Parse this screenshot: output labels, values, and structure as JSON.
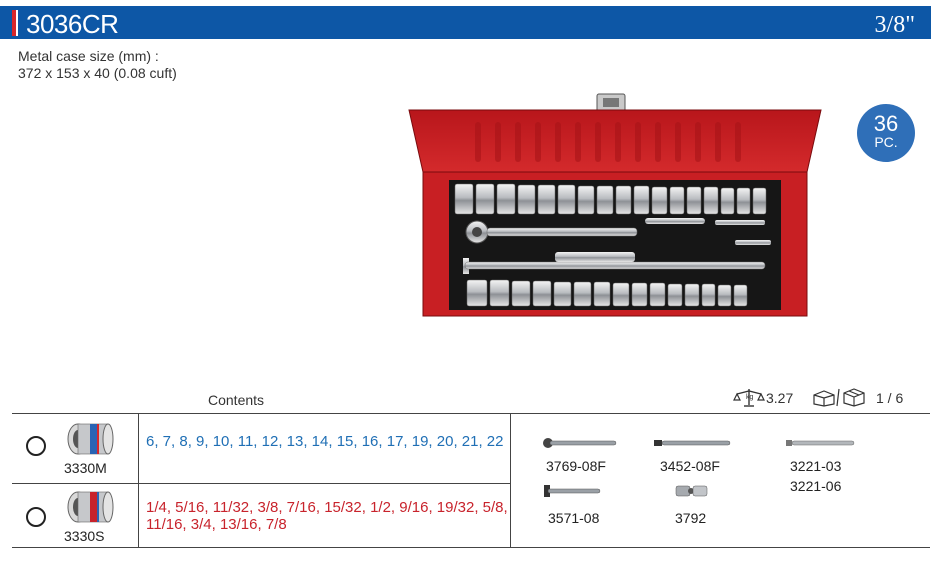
{
  "header": {
    "model": "3036CR",
    "drive_size": "3/8\""
  },
  "case": {
    "line1": "Metal case size (mm) :",
    "line2": "372 x 153 x 40 (0.08 cuft)"
  },
  "badge": {
    "count": "36",
    "unit": "PC."
  },
  "contents": {
    "label": "Contents",
    "weight": "3.27",
    "packing": "1 / 6"
  },
  "rows": [
    {
      "code": "3330M",
      "sizes": "6, 7, 8, 9, 10, 11, 12, 13, 14, 15, 16, 17, 19, 20, 21, 22",
      "color": "#1f6fb5"
    },
    {
      "code": "3330S",
      "sizes": "1/4, 5/16, 11/32, 3/8, 7/16, 15/32, 1/2, 9/16, 19/32, 5/8, 11/16, 3/4, 13/16, 7/8",
      "color": "#c8232c"
    }
  ],
  "tools": [
    {
      "label": "3769-08F",
      "icon": "ratchet-icon"
    },
    {
      "label": "3452-08F",
      "icon": "flex-handle-icon"
    },
    {
      "label": "3221-03",
      "icon": "extension-bar-icon"
    },
    {
      "label": "3221-06",
      "icon": "extension-bar-icon"
    },
    {
      "label": "3571-08",
      "icon": "sliding-t-bar-icon"
    },
    {
      "label": "3792",
      "icon": "universal-joint-icon"
    }
  ]
}
